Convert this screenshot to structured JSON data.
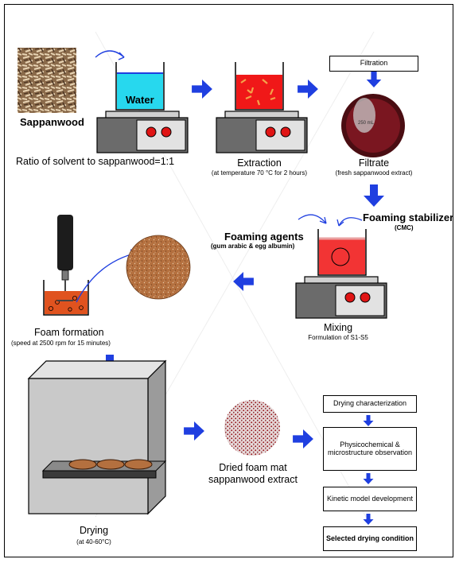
{
  "labels": {
    "sappanwood": "Sappanwood",
    "water": "Water",
    "ratio": "Ratio of solvent to sappanwood=1:1",
    "extraction": "Extraction",
    "extraction_cond": "(at temperature 70 °C for 2 hours)",
    "filtration": "Filtration",
    "filtrate": "Filtrate",
    "filtrate_sub": "(fresh sappanwood extract)",
    "foaming_stabilizer": "Foaming stabilizer",
    "stabilizer_sub": "(CMC)",
    "foaming_agents": "Foaming agents",
    "agents_sub": "(gum arabic & egg albumin)",
    "mixing": "Mixing",
    "mixing_sub": "Formulation of S1-S5",
    "foam_formation": "Foam formation",
    "foam_cond": "(speed at 2500 rpm for 15 minutes)",
    "drying": "Drying",
    "drying_cond": "(at 40-60°C)",
    "dried_line1": "Dried foam mat",
    "dried_line2": "sappanwood extract",
    "beaker_text": "250 mL"
  },
  "characterization_steps": [
    "Drying characterization",
    "Physicochemical & microstructure observation",
    "Kinetic model development",
    "Selected drying condition"
  ],
  "colors": {
    "arrow_blue": "#1f3fe0",
    "water_cyan": "#27d8ee",
    "extract_red": "#f01818",
    "mix_red": "#f23434",
    "foam_orange": "#e0531f",
    "foam_brown": "#b4703f",
    "stirrer_gray": "#7a7a7a",
    "oven_gray": "#c9c9c9",
    "button_red": "#e01515"
  },
  "icons": [
    "sappanwood-chips-icon",
    "hot-plate-stirrer-icon",
    "beaker-icon",
    "flask-icon",
    "stirrer-icon",
    "foam-disc-icon",
    "oven-icon",
    "dried-foam-disc-icon",
    "arrow-icon"
  ]
}
